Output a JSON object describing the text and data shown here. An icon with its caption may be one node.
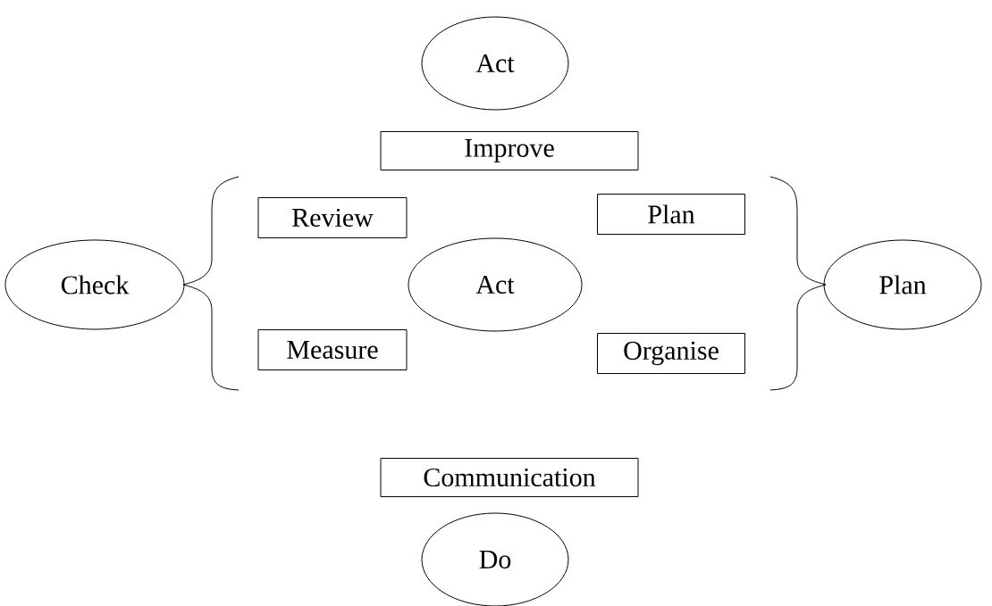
{
  "diagram": {
    "nodes": [
      {
        "text": [
          "Act"
        ]
      },
      {
        "text": [
          "Improve"
        ]
      },
      {
        "text": [
          "Review"
        ]
      },
      {
        "text": [
          "Plan"
        ]
      },
      {
        "text": [
          "Check"
        ]
      },
      {
        "text": [
          "Act"
        ]
      },
      {
        "text": [
          "Plan"
        ]
      },
      {
        "text": [
          "Measure"
        ]
      },
      {
        "text": [
          "Organise"
        ]
      },
      {
        "text": [
          "Communication"
        ]
      },
      {
        "text": [
          "Do"
        ]
      }
    ]
  }
}
